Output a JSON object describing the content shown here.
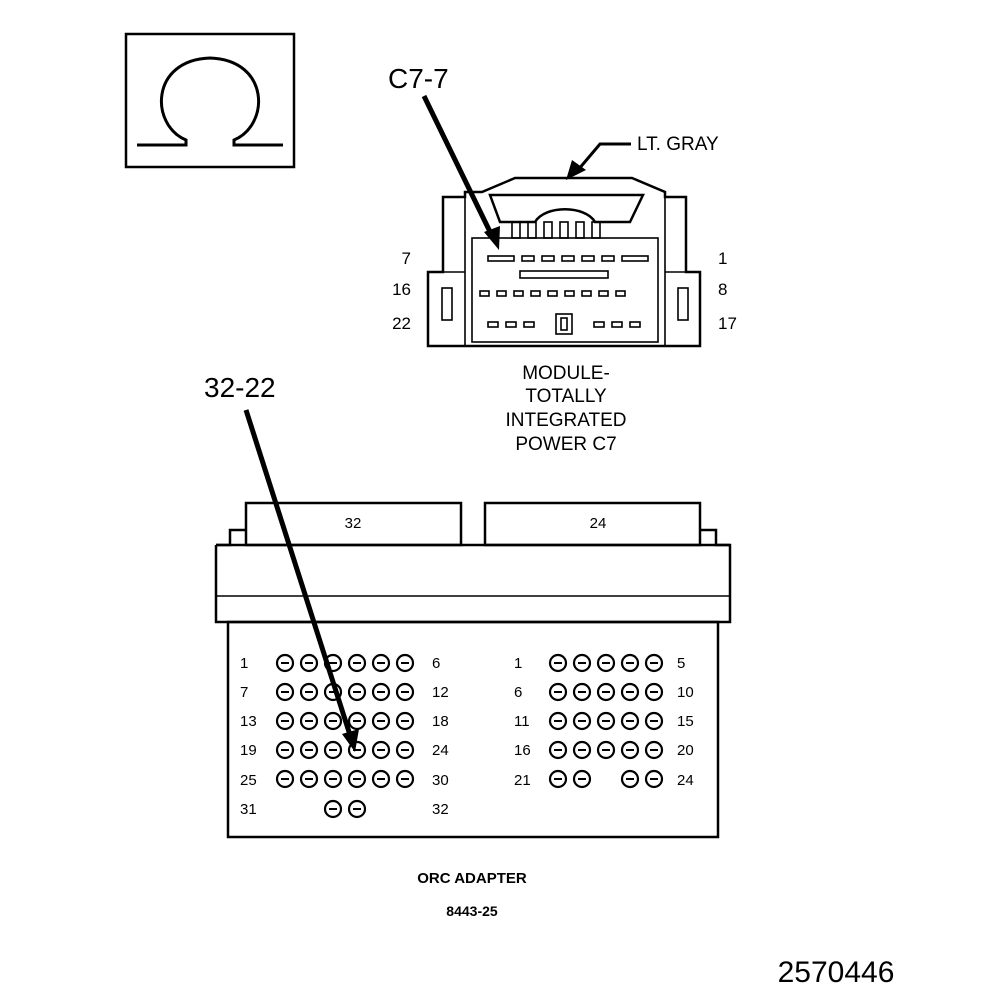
{
  "ohm_symbol": "Ω",
  "c7": {
    "callout": "C7-7",
    "color_label": "LT. GRAY",
    "row_labels_left": [
      "7",
      "16",
      "22"
    ],
    "row_labels_right": [
      "1",
      "8",
      "17"
    ],
    "caption_lines": [
      "MODULE-",
      "TOTALLY",
      "INTEGRATED",
      "POWER C7"
    ]
  },
  "adapter": {
    "callout": "32-22",
    "tab_labels": [
      "32",
      "24"
    ],
    "left_block": {
      "rows": [
        {
          "start": "1",
          "end": "6"
        },
        {
          "start": "7",
          "end": "12"
        },
        {
          "start": "13",
          "end": "18"
        },
        {
          "start": "19",
          "end": "24"
        },
        {
          "start": "25",
          "end": "30"
        },
        {
          "start": "31",
          "end": "32"
        }
      ]
    },
    "right_block": {
      "rows": [
        {
          "start": "1",
          "end": "5"
        },
        {
          "start": "6",
          "end": "10"
        },
        {
          "start": "11",
          "end": "15"
        },
        {
          "start": "16",
          "end": "20"
        },
        {
          "start": "21",
          "end": "24"
        }
      ]
    },
    "title": "ORC ADAPTER",
    "part_number": "8443-25"
  },
  "figure_id": "2570446"
}
